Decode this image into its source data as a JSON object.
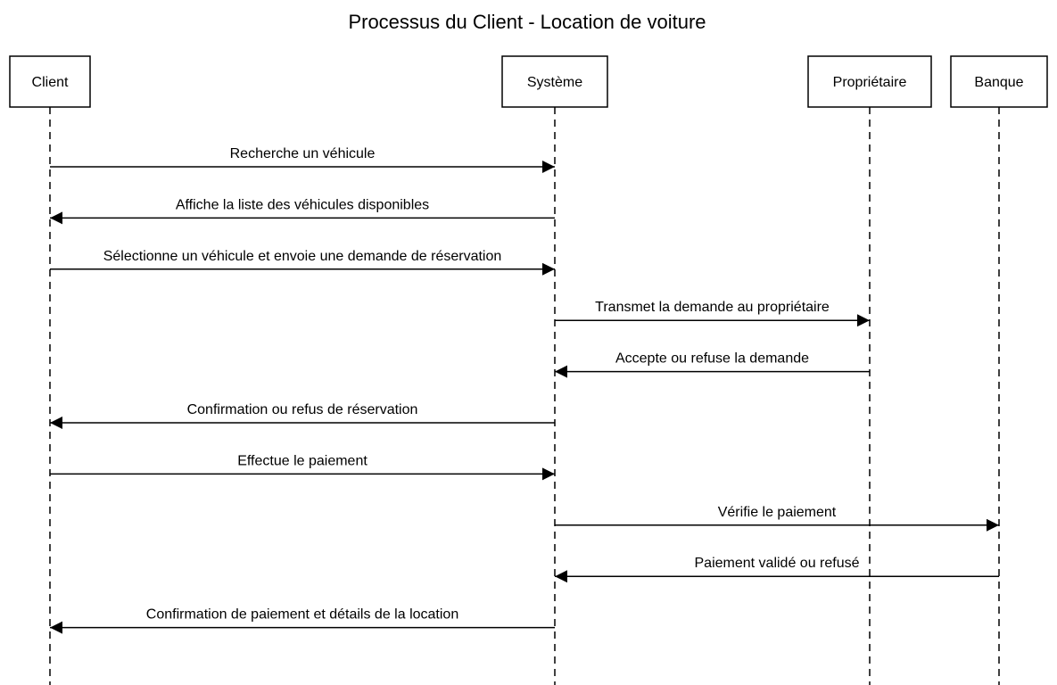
{
  "diagram": {
    "title": "Processus du Client - Location de voiture",
    "actors": [
      {
        "id": "client",
        "label": "Client"
      },
      {
        "id": "systeme",
        "label": "Système"
      },
      {
        "id": "proprietaire",
        "label": "Propriétaire"
      },
      {
        "id": "banque",
        "label": "Banque"
      }
    ],
    "messages": [
      {
        "from": "client",
        "to": "systeme",
        "label": "Recherche un véhicule"
      },
      {
        "from": "systeme",
        "to": "client",
        "label": "Affiche la liste des véhicules disponibles"
      },
      {
        "from": "client",
        "to": "systeme",
        "label": "Sélectionne un véhicule et envoie une demande de réservation"
      },
      {
        "from": "systeme",
        "to": "proprietaire",
        "label": "Transmet la demande au propriétaire"
      },
      {
        "from": "proprietaire",
        "to": "systeme",
        "label": "Accepte ou refuse la demande"
      },
      {
        "from": "systeme",
        "to": "client",
        "label": "Confirmation ou refus de réservation"
      },
      {
        "from": "client",
        "to": "systeme",
        "label": "Effectue le paiement"
      },
      {
        "from": "systeme",
        "to": "banque",
        "label": "Vérifie le paiement"
      },
      {
        "from": "banque",
        "to": "systeme",
        "label": "Paiement validé ou refusé"
      },
      {
        "from": "systeme",
        "to": "client",
        "label": "Confirmation de paiement et détails de la location"
      }
    ],
    "colors": {
      "stroke": "#000000",
      "background": "#ffffff"
    }
  }
}
